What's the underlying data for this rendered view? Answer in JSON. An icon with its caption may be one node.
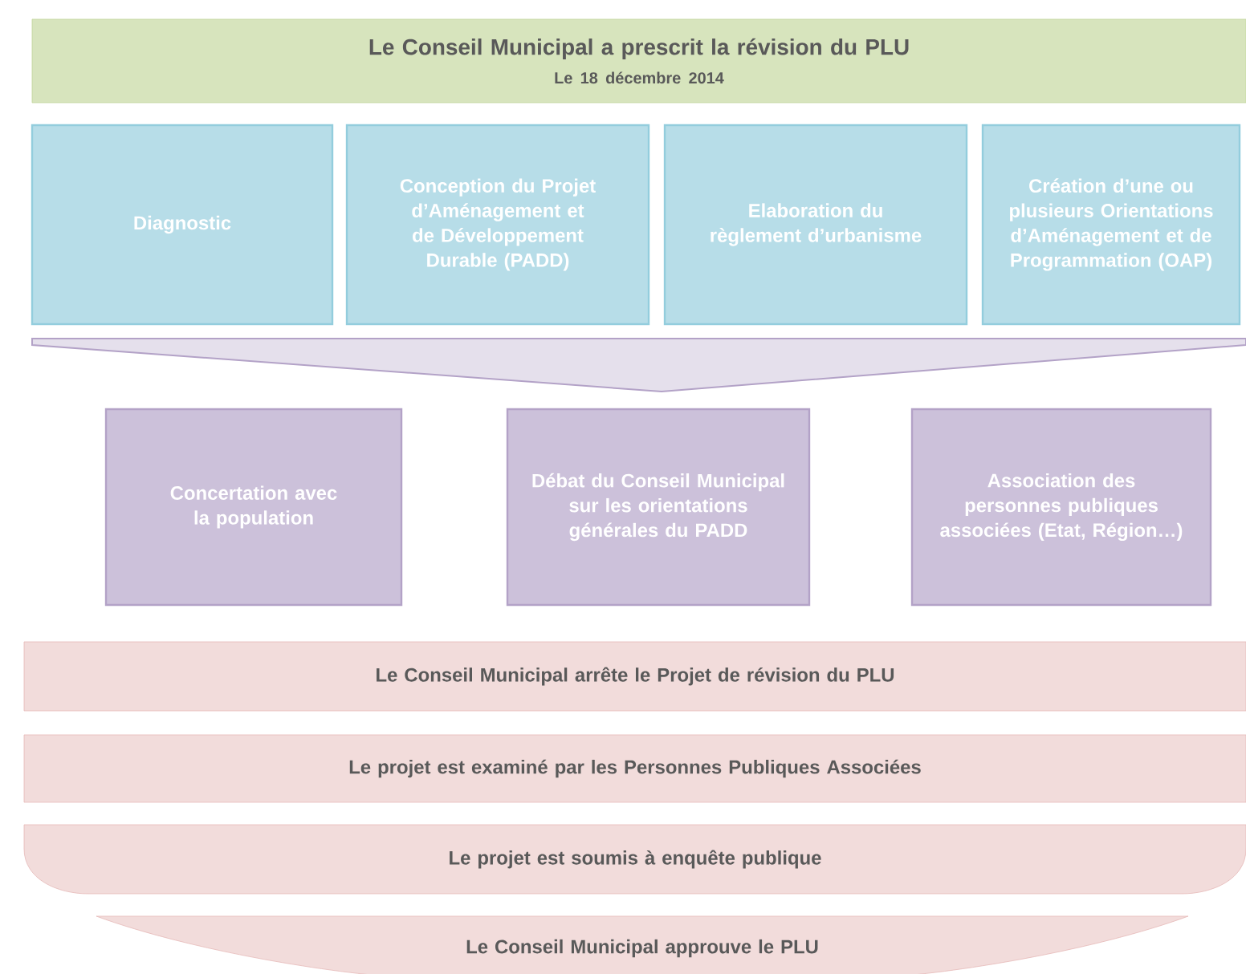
{
  "diagram": {
    "nodes": [
      {
        "text": [
          "Le Conseil Municipal a prescrit la révision du PLU",
          "Le 18 décembre 2014"
        ]
      },
      {
        "text": [
          "Diagnostic"
        ]
      },
      {
        "text": [
          "Conception du Projet d’Aménagement et de Développement Durable (PADD)"
        ]
      },
      {
        "text": [
          "Elaboration du règlement d’urbanisme"
        ]
      },
      {
        "text": [
          "Création d’une ou plusieurs Orientations d’Aménagement et de Programmation (OAP)"
        ]
      },
      {
        "text": [
          "Concertation avec la population"
        ]
      },
      {
        "text": [
          "Débat du Conseil Municipal sur les orientations générales du PADD"
        ]
      },
      {
        "text": [
          "Association des personnes publiques associées (Etat, Région…)"
        ]
      },
      {
        "text": [
          "Le Conseil Municipal arrête le Projet de révision du PLU"
        ]
      },
      {
        "text": [
          "Le projet est examiné par les Personnes Publiques Associées"
        ]
      },
      {
        "text": [
          "Le projet est soumis à enquête publique"
        ]
      },
      {
        "text": [
          "Le Conseil Municipal approuve le PLU"
        ]
      }
    ]
  }
}
